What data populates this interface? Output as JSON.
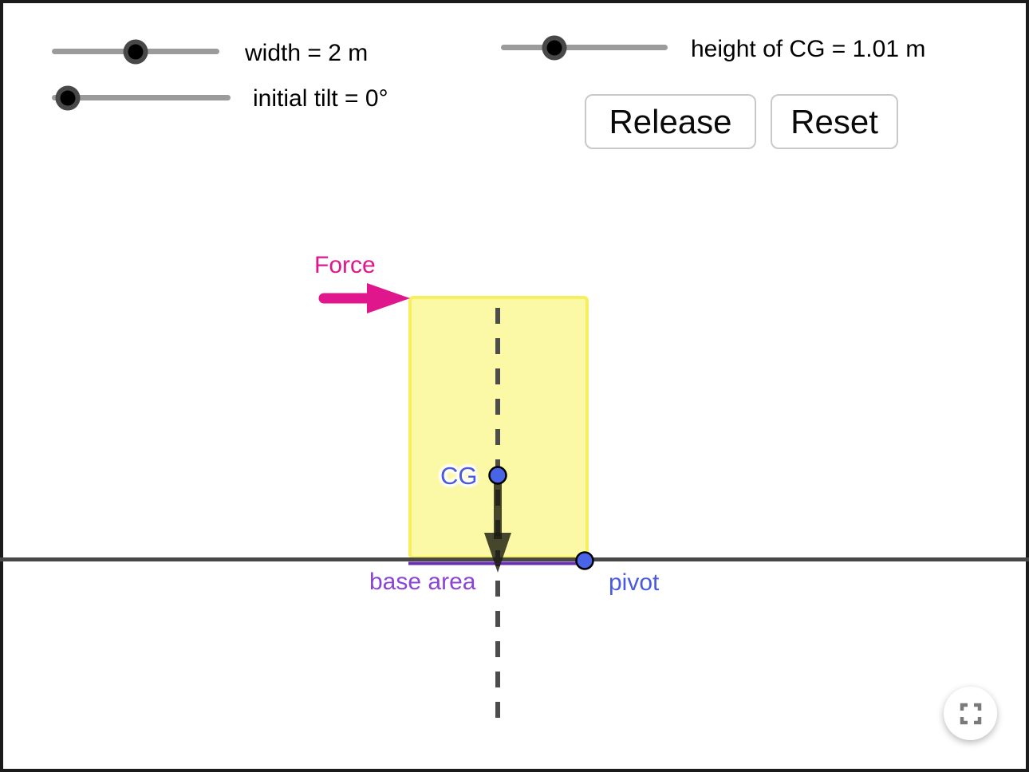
{
  "controls": {
    "sliders": [
      {
        "name": "width",
        "label": "width = 2 m"
      },
      {
        "name": "initial-tilt",
        "label": "initial tilt = 0°"
      },
      {
        "name": "cg-height",
        "label": "height of CG = 1.01 m"
      }
    ],
    "buttons": {
      "release": "Release",
      "reset": "Reset"
    }
  },
  "diagram": {
    "force_label": "Force",
    "cg_label": "CG",
    "base_area_label": "base area",
    "pivot_label": "pivot"
  },
  "colors": {
    "force": "#e0168c",
    "point_fill": "#4a64e8",
    "cg_label": "#4a5ae0",
    "pivot_label": "#4a5ae0",
    "base_area_label": "#8b45d6",
    "base_area_line": "#6a2fb0",
    "block_fill": "#fbf9a6",
    "block_border": "#f7ef5e",
    "ground": "#474747",
    "dashed_line": "#4d4d4d",
    "weight_arrow": "rgba(25,25,15,0.8)"
  }
}
